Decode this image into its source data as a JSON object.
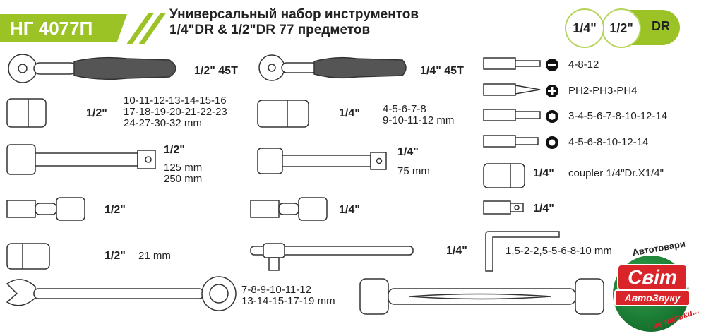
{
  "header": {
    "code": "НГ 4077П",
    "title_line1": "Универсальный набор инструментов",
    "title_line2": "1/4\"DR & 1/2\"DR 77 предметов",
    "drive_14": "1/4\"",
    "drive_12": "1/2\"",
    "dr": "DR"
  },
  "left": {
    "ratchet": "1/2\" 45T",
    "socket_drive": "1/2\"",
    "socket_sizes": [
      "10-11-12-13-14-15-16",
      "17-18-19-20-21-22-23",
      "24-27-30-32 mm"
    ],
    "ext_drive": "1/2\"",
    "ext_sizes": [
      "125 mm",
      "250 mm"
    ],
    "ujoint": "1/2\"",
    "deep_socket": "1/2\"",
    "deep_size": "21 mm",
    "wrench_sizes": [
      "7-8-9-10-11-12",
      "13-14-15-17-19 mm"
    ]
  },
  "middle": {
    "ratchet": "1/4\" 45T",
    "socket_drive": "1/4\"",
    "socket_sizes": [
      "4-5-6-7-8",
      "9-10-11-12 mm"
    ],
    "ext_drive": "1/4\"",
    "ext_size": "75 mm",
    "ujoint": "1/4\""
  },
  "right": {
    "bits": [
      {
        "icon": "slotted-icon",
        "sizes": "4-8-12"
      },
      {
        "icon": "phillips-icon",
        "sizes": "PH2-PH3-PH4"
      },
      {
        "icon": "hex-icon",
        "sizes": "3-4-5-6-7-8-10-12-14"
      },
      {
        "icon": "torx-icon",
        "sizes": "4-5-6-8-10-12-14"
      }
    ],
    "coupler_drive": "1/4\"",
    "coupler_label": "coupler 1/4\"Dr.X1/4\"",
    "adapter_drive": "1/4\"",
    "hexkey_drive": "1/4\"",
    "hexkey_sizes": "1,5-2-2,5-5-6-8-10 mm"
  },
  "logo": {
    "top": "Автотовари",
    "main": "Світ",
    "sub": "АвтоЗвуку",
    "bottom": "і не тільки..."
  }
}
